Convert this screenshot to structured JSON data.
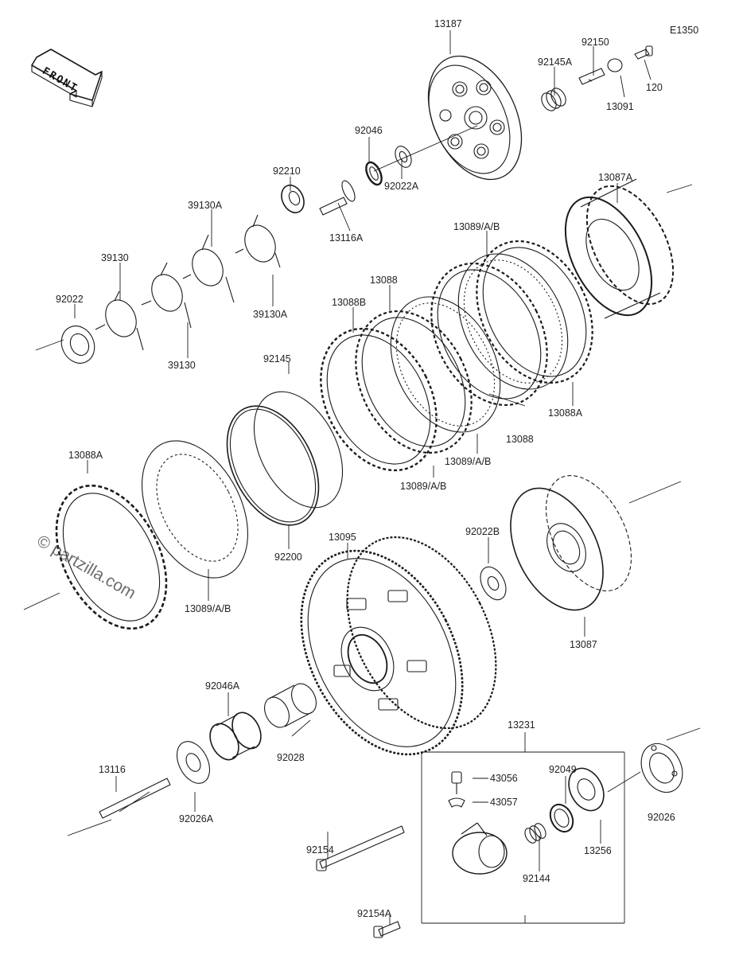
{
  "diagram_code": "E1350",
  "front_label": "FRONT",
  "watermark": "© partzilla.com",
  "parts": [
    {
      "id": "p13187",
      "label": "13187"
    },
    {
      "id": "pE",
      "label": "E1350"
    },
    {
      "id": "p92150",
      "label": "92150"
    },
    {
      "id": "p92145A",
      "label": "92145A"
    },
    {
      "id": "p120",
      "label": "120"
    },
    {
      "id": "p13091",
      "label": "13091"
    },
    {
      "id": "p92046",
      "label": "92046"
    },
    {
      "id": "p92022A",
      "label": "92022A"
    },
    {
      "id": "p92210",
      "label": "92210"
    },
    {
      "id": "p13116A",
      "label": "13116A"
    },
    {
      "id": "p39130A_top",
      "label": "39130A"
    },
    {
      "id": "p13089_top",
      "label": "13089/A/B"
    },
    {
      "id": "p13087A",
      "label": "13087A"
    },
    {
      "id": "p39130_top",
      "label": "39130"
    },
    {
      "id": "p13088_top",
      "label": "13088"
    },
    {
      "id": "p92022",
      "label": "92022"
    },
    {
      "id": "p39130A_bot",
      "label": "39130A"
    },
    {
      "id": "p13088B",
      "label": "13088B"
    },
    {
      "id": "p39130_bot",
      "label": "39130"
    },
    {
      "id": "p92145",
      "label": "92145"
    },
    {
      "id": "p13088A_left",
      "label": "13088A"
    },
    {
      "id": "p13088_bot",
      "label": "13088"
    },
    {
      "id": "p13089_mid",
      "label": "13089/A/B"
    },
    {
      "id": "p13088A_right",
      "label": "13088A"
    },
    {
      "id": "p13089_low",
      "label": "13089/A/B"
    },
    {
      "id": "p92022B",
      "label": "92022B"
    },
    {
      "id": "p13095",
      "label": "13095"
    },
    {
      "id": "p92200",
      "label": "92200"
    },
    {
      "id": "p13089_left",
      "label": "13089/A/B"
    },
    {
      "id": "p13087",
      "label": "13087"
    },
    {
      "id": "p92046A",
      "label": "92046A"
    },
    {
      "id": "p13231",
      "label": "13231"
    },
    {
      "id": "p92028",
      "label": "92028"
    },
    {
      "id": "p43056",
      "label": "43056"
    },
    {
      "id": "p13116",
      "label": "13116"
    },
    {
      "id": "p92049",
      "label": "92049"
    },
    {
      "id": "p43057",
      "label": "43057"
    },
    {
      "id": "p92026",
      "label": "92026"
    },
    {
      "id": "p92026A",
      "label": "92026A"
    },
    {
      "id": "p13256",
      "label": "13256"
    },
    {
      "id": "p92154",
      "label": "92154"
    },
    {
      "id": "p92144",
      "label": "92144"
    },
    {
      "id": "p92154A",
      "label": "92154A"
    }
  ]
}
